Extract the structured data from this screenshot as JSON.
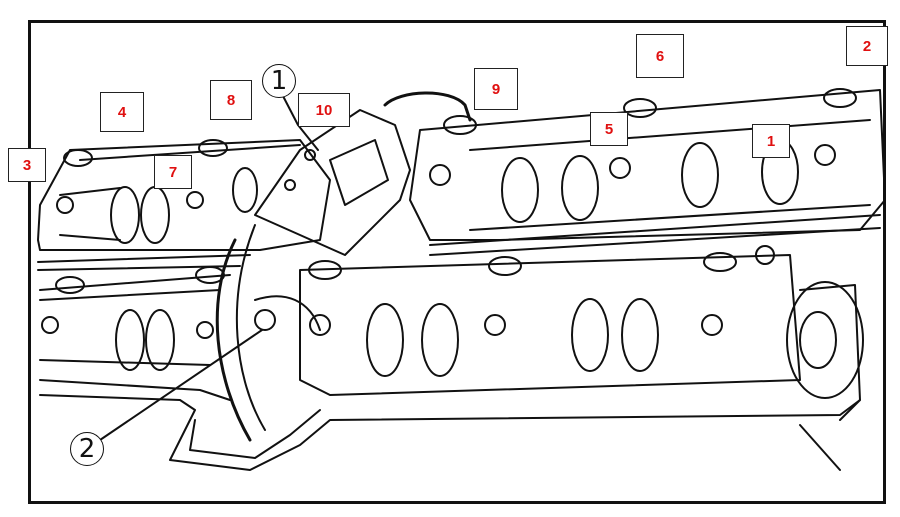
{
  "callouts": [
    "1",
    "2"
  ],
  "boxes": [
    "1",
    "2",
    "3",
    "4",
    "5",
    "6",
    "7",
    "8",
    "9",
    "10"
  ],
  "colors": {
    "label": "#e01010",
    "line": "#111111"
  }
}
